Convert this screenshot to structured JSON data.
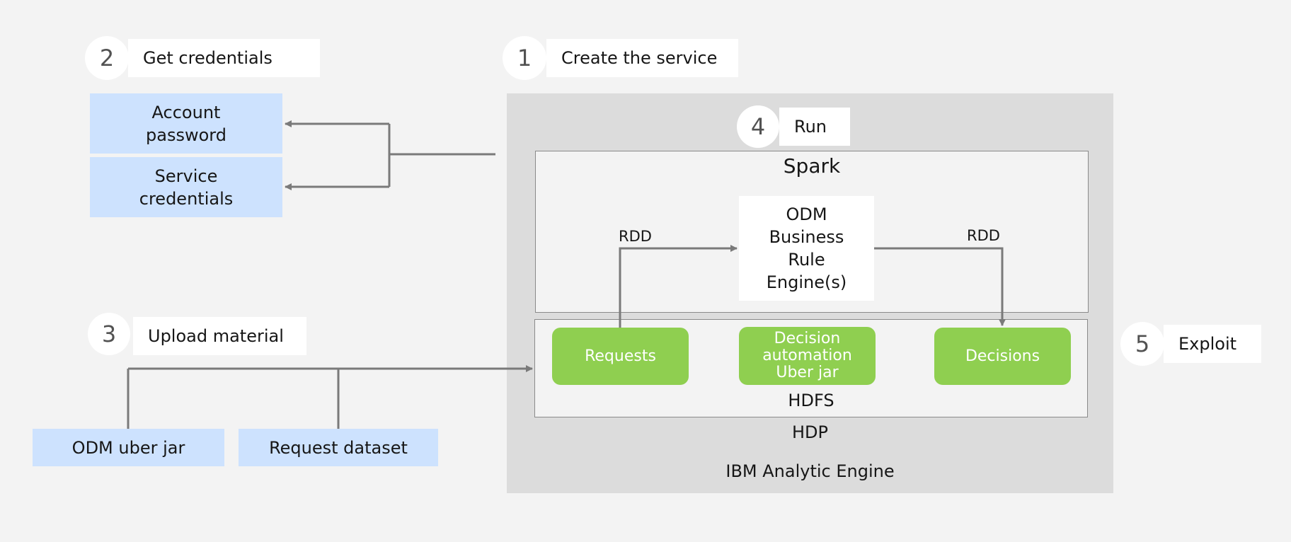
{
  "steps": {
    "create": {
      "number": "1",
      "label": "Create the service"
    },
    "credentials": {
      "number": "2",
      "label": "Get credentials"
    },
    "upload": {
      "number": "3",
      "label": "Upload material"
    },
    "run": {
      "number": "4",
      "label": "Run"
    },
    "exploit": {
      "number": "5",
      "label": "Exploit"
    }
  },
  "credentials": {
    "account_line1": "Account",
    "account_line2": "password",
    "service_line1": "Service",
    "service_line2": "credentials"
  },
  "materials": {
    "jar": "ODM uber jar",
    "dataset": "Request dataset"
  },
  "engine": {
    "title": "IBM Analytic Engine",
    "hdp": "HDP",
    "spark": "Spark",
    "hdfs": "HDFS",
    "rdd_in": "RDD",
    "rdd_out": "RDD",
    "odm_line1": "ODM",
    "odm_line2": "Business",
    "odm_line3": "Rule",
    "odm_line4": "Engine(s)",
    "requests": "Requests",
    "uber_line1": "Decision",
    "uber_line2": "automation",
    "uber_line3": "Uber jar",
    "decisions": "Decisions"
  },
  "colors": {
    "background": "#f3f3f3",
    "panel": "#dcdcdc",
    "blue": "#cde2fe",
    "green": "#8fcf50",
    "connector": "#7a7a7a"
  }
}
